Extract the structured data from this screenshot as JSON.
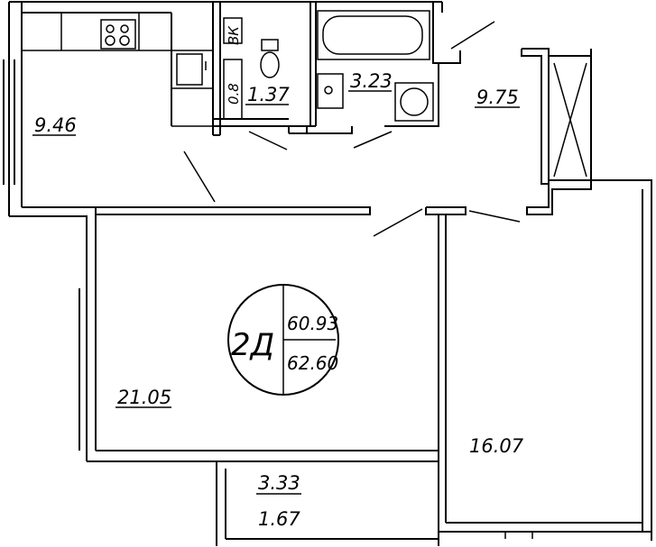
{
  "apartment": {
    "type_label": "2Д",
    "living_area": "60.93",
    "total_area": "62.60"
  },
  "rooms": {
    "kitchen": "9.46",
    "toilet": "1.37",
    "bathroom": "3.23",
    "hall": "9.75",
    "living_room": "21.05",
    "bedroom": "16.07",
    "balcony_area": "3.33",
    "balcony_reduced": "1.67"
  },
  "fixtures": {
    "riser_label": "ВК",
    "riser_size": "0.8"
  },
  "icons": [
    "stove-icon",
    "sink-icon",
    "toilet-icon",
    "washbasin-icon",
    "bathtub-icon",
    "washing-machine-icon",
    "shaft-icon",
    "area-badge-icon"
  ]
}
